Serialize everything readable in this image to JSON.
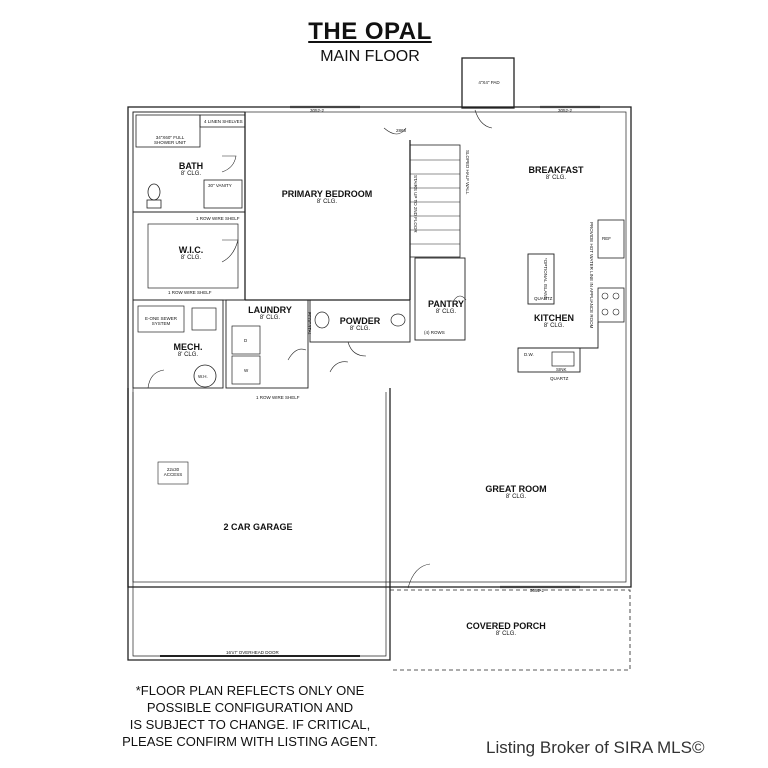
{
  "header": {
    "title": "THE OPAL",
    "subtitle": "MAIN FLOOR"
  },
  "rooms": {
    "bath": {
      "name": "BATH",
      "clg": "8' CLG."
    },
    "primary_bedroom": {
      "name": "PRIMARY BEDROOM",
      "clg": "8' CLG."
    },
    "wic": {
      "name": "W.I.C.",
      "clg": "8' CLG."
    },
    "breakfast": {
      "name": "BREAKFAST",
      "clg": "8' CLG."
    },
    "kitchen": {
      "name": "KITCHEN",
      "clg": "8' CLG."
    },
    "pantry": {
      "name": "PANTRY",
      "clg": "8' CLG."
    },
    "powder": {
      "name": "POWDER",
      "clg": "8' CLG."
    },
    "laundry": {
      "name": "LAUNDRY",
      "clg": "8' CLG."
    },
    "mech": {
      "name": "MECH.",
      "clg": "8' CLG."
    },
    "great_room": {
      "name": "GREAT ROOM",
      "clg": "8' CLG."
    },
    "garage": {
      "name": "2 CAR GARAGE"
    },
    "covered_porch": {
      "name": "COVERED PORCH",
      "clg": "8' CLG."
    }
  },
  "labels": {
    "pad": "4\"X4\" PAD",
    "window_left": "3052-2",
    "window_right": "3052-2",
    "window_porch": "3052-2",
    "linen": "4 LINEN SHELVES",
    "shower": "34\"X60\" FULL SHOWER UNIT",
    "vanity": "30\" VANITY",
    "wire_shelf_top": "1 ROW WIRE SHELF",
    "wire_shelf_bottom": "1 ROW WIRE SHELF",
    "wire_shelf_laundry": "1 ROW WIRE SHELF",
    "stairs": "STAIRS UP TO 2ND FLOOR",
    "half_wall": "SLOPED HALF WALL",
    "ref": "REF",
    "ref_note": "PROVIDE HOT WATER LINE IN APPLIANCE ROOM",
    "island": "*OPTIONAL ISLAND",
    "quartz_island": "QUARTZ",
    "quartz_counter": "QUARTZ",
    "dw": "D.W.",
    "sink": "SINK",
    "pantry_rows": "(4) ROWS",
    "sewer": "E-ONE SEWER SYSTEM",
    "wh": "W.H.",
    "dryer": "D",
    "washer": "W",
    "access": "22x30 ACCESS",
    "overhead_door": "16'x7' OVERHEAD DOOR",
    "pedestal": "PEDESTAL",
    "door_2868": "2868"
  },
  "disclaimer": {
    "line1": "*FLOOR PLAN REFLECTS ONLY ONE",
    "line2": "POSSIBLE CONFIGURATION AND",
    "line3": "IS SUBJECT TO CHANGE. IF CRITICAL,",
    "line4": "PLEASE CONFIRM WITH LISTING AGENT."
  },
  "credit": "Listing Broker of SIRA MLS©"
}
